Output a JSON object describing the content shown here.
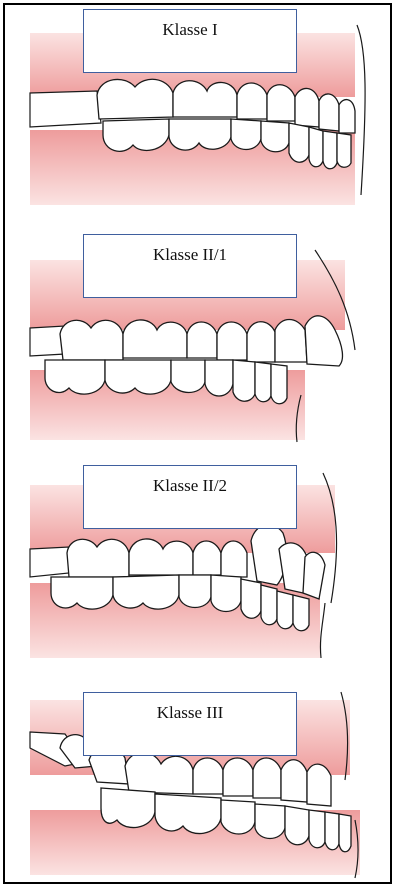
{
  "panels": [
    {
      "label": "Klasse I"
    },
    {
      "label": "Klasse II/1"
    },
    {
      "label": "Klasse II/2"
    },
    {
      "label": "Klasse III"
    }
  ]
}
